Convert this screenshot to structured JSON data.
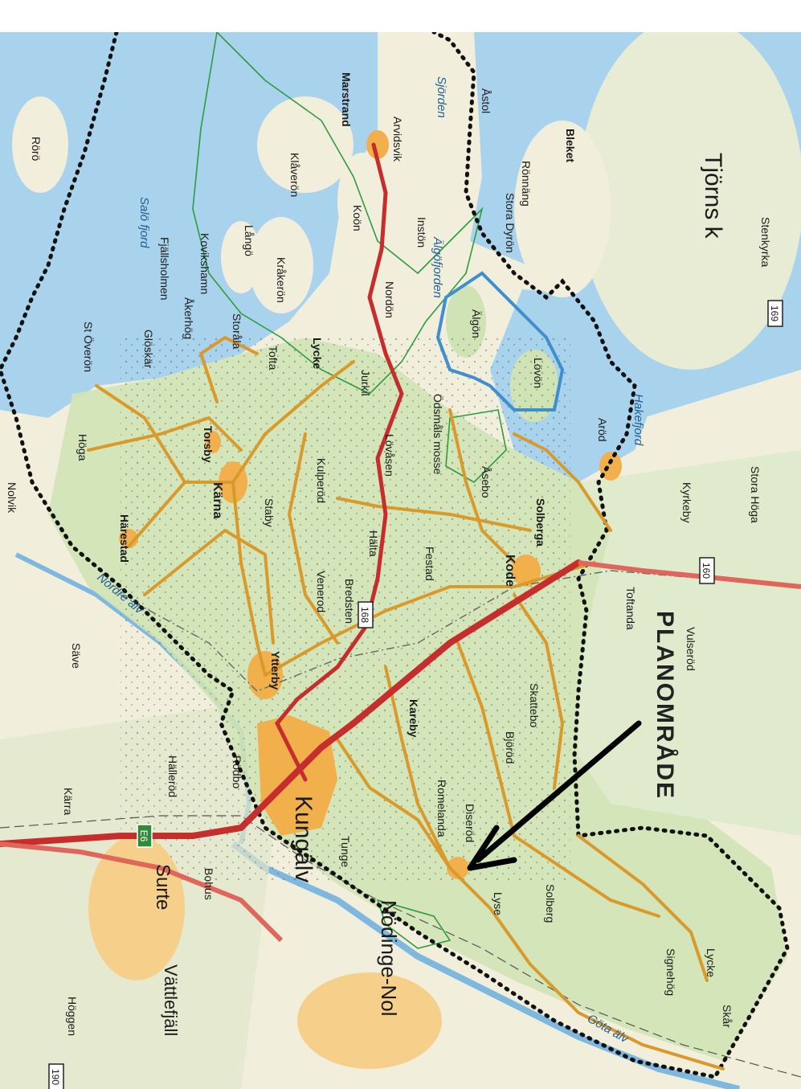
{
  "map": {
    "annotation": "PLANOMRÅDE",
    "road_numbers": {
      "r168": "168",
      "r169": "169",
      "r160": "160",
      "e6": "E6",
      "r190": "190"
    },
    "places": {
      "kungalv": "Kungälv",
      "marstrand": "Marstrand",
      "tjorns_k": "Tjörns k",
      "nodinge_nol": "Nödinge-Nol",
      "surte": "Surte",
      "vattlefjall": "Vättlefjäll",
      "karna": "Kärna",
      "kode": "Kode",
      "ytterby": "Ytterby",
      "torsby": "Torsby",
      "harestad": "Härestad",
      "hoga": "Höga",
      "kovikshamn": "Kovikshamn",
      "akerhog": "Åkerhög",
      "gloskar": "Glöskär",
      "st_overon": "St Överön",
      "fjallsholmen": "Fjällsholmen",
      "tofta": "Tofta",
      "lycke": "Lycke",
      "storala": "Storåla",
      "lango": "Långö",
      "krakeron": "Kråkerön",
      "kladeron": "Klåverön",
      "koon": "Koön",
      "instron": "Instön",
      "nordon": "Nordön",
      "arvidsvik": "Arvidsvik",
      "jurkil": "Jurkil",
      "lovasen": "Lövåsen",
      "halta": "Hälta",
      "kulperod": "Kulperöd",
      "staby": "Staby",
      "venerod": "Venerod",
      "bredsten": "Bredsten",
      "festad": "Festad",
      "odsmals_mosse": "Ödsmåls mosse",
      "asebo": "Åsebo",
      "solberga": "Solberga",
      "aroed": "Aröd",
      "algon": "Älgön",
      "lovon": "Lövön",
      "karreby": "Kareby",
      "romelanda": "Romelanda",
      "diseröd": "Diseröd",
      "lyse": "Lyse",
      "solberg": "Solberg",
      "signehog": "Signehög",
      "lycke_e": "Lycke",
      "skar": "Skår",
      "bjorod": "Björöd",
      "skattebo": "Skattebo",
      "kastellet": "Rödbo",
      "halleröd": "Hälleröd",
      "save": "Säve",
      "karra": "Kärra",
      "rorö": "Rörö",
      "nolvik": "Nolvik",
      "torkinge": "Tunge",
      "hogen": "Höggen",
      "bohus": "Bohus",
      "bleket": "Bleket",
      "rönnäng": "Rönnäng",
      "astol": "Åstol",
      "dyron": "Stora Dyrön",
      "stenungsund": "Stenkyrka",
      "kyrkeby": "Kyrkeby",
      "stora_hoga": "Stora Höga",
      "vulseröd": "Vulseröd",
      "tofta_e": "Toftanda"
    },
    "waters": {
      "salo_fjord": "Salö fjord",
      "sjorden": "Sjörden",
      "algofjorden": "Älgöfjorden",
      "gota_alv": "Göta älv",
      "hakefjord": "Hakefjord",
      "nordre_alv": "Nordre älv"
    },
    "colors": {
      "water": "#a9d2ec",
      "land": "#f3f0df",
      "forest": "#cfe3b5",
      "urban": "#f2b04c",
      "road_main": "#c62d2d",
      "road_secondary": "#d99a2b",
      "boundary": "#111111",
      "nature_reserve": "#2f9c3f",
      "protected": "#3f8fcf"
    }
  }
}
